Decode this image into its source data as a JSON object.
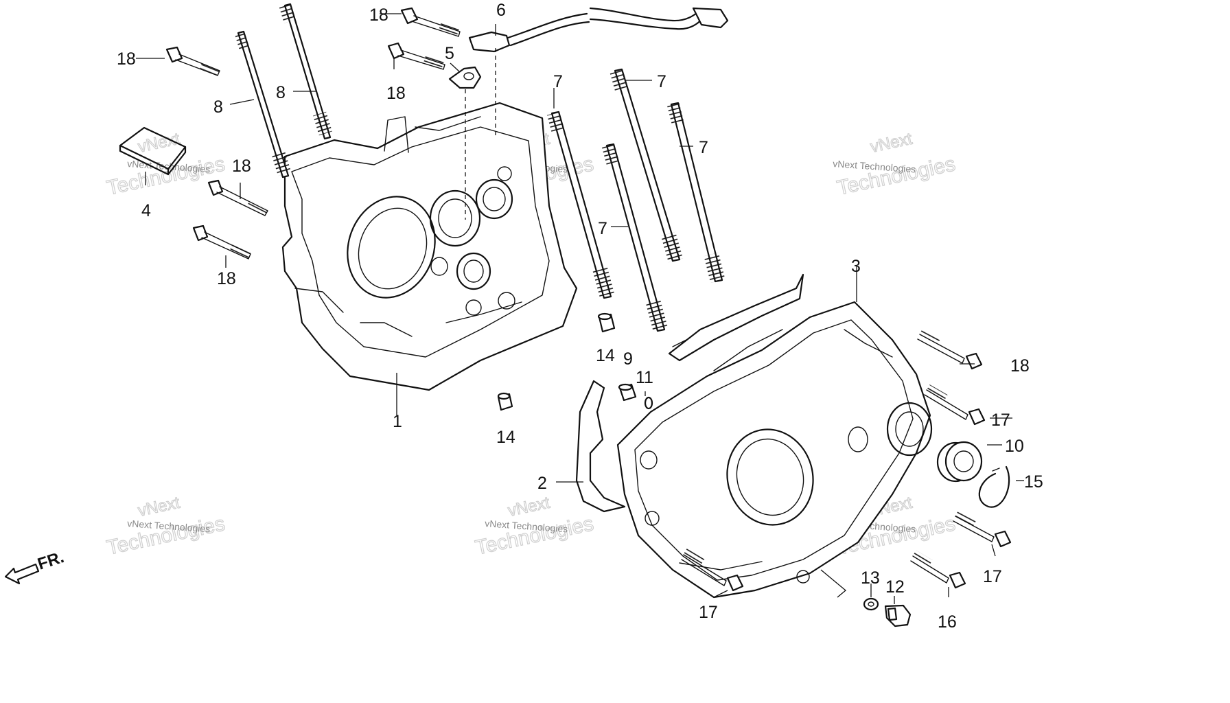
{
  "diagram": {
    "direction_label": "FR.",
    "watermark_brand": "vNext",
    "watermark_name": "Technologies",
    "watermark_full": "vNext Technologies",
    "labels": {
      "n1": "1",
      "n2": "2",
      "n3": "3",
      "n4": "4",
      "n5": "5",
      "n6": "6",
      "n7": "7",
      "n8": "8",
      "n9": "9",
      "n10": "10",
      "n11": "11",
      "n12": "12",
      "n13": "13",
      "n14": "14",
      "n15": "15",
      "n16": "16",
      "n17": "17",
      "n18": "18"
    }
  }
}
